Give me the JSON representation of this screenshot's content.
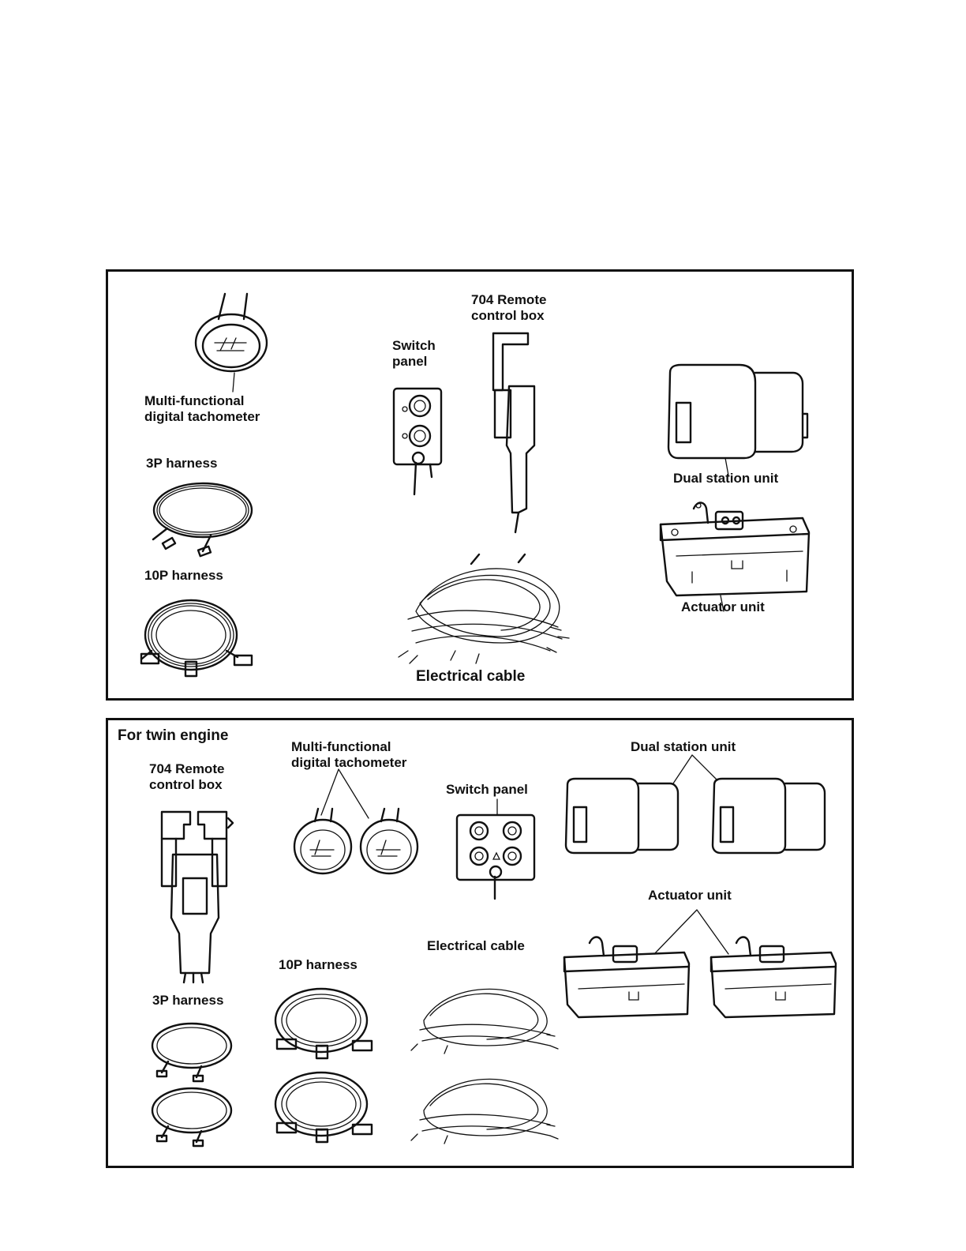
{
  "single_engine": {
    "tachometer": "Multi-functional\ndigital tachometer",
    "harness_3p": "3P harness",
    "harness_10p": "10P harness",
    "switch_panel": "Switch\npanel",
    "remote_box": "704 Remote\ncontrol box",
    "electrical_cable": "Electrical cable",
    "dual_station": "Dual station unit",
    "actuator": "Actuator unit"
  },
  "twin_engine": {
    "heading": "For twin engine",
    "remote_box": "704 Remote\ncontrol box",
    "tachometer": "Multi-functional\ndigital tachometer",
    "switch_panel": "Switch panel",
    "dual_station": "Dual station unit",
    "actuator": "Actuator unit",
    "electrical_cable": "Electrical cable",
    "harness_10p": "10P harness",
    "harness_3p": "3P harness"
  }
}
